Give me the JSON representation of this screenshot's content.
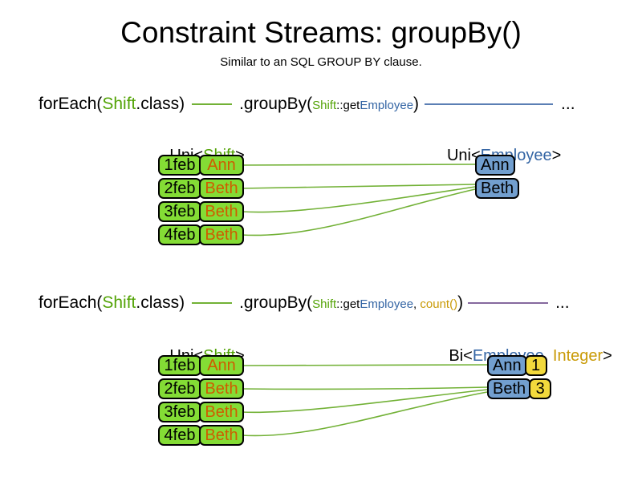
{
  "slide": {
    "title": "Constraint Streams: groupBy()",
    "subtitle": "Similar to an SQL GROUP BY clause."
  },
  "colors": {
    "green_box": "#84dc35",
    "green_text": "#53a306",
    "green_line": "#72b136",
    "orange_text": "#ce5c00",
    "blue_box": "#729fcf",
    "blue_text": "#3465a4",
    "blue_line": "#5b7fb4",
    "gold_text": "#c99a06",
    "yellow_box": "#f2d93c",
    "purple_line": "#85699e"
  },
  "section1": {
    "code": {
      "foreach": "forEach(",
      "shift": "Shift",
      "class_close": ".class)",
      "groupby": ".groupBy(",
      "arg_shift": "Shift",
      "arg_getter": "::get",
      "arg_employee": "Employee",
      "close_paren": ")",
      "ellipsis": "..."
    },
    "left_heading": {
      "pre": "Uni<",
      "type": "Shift",
      "post": ">"
    },
    "right_heading": {
      "pre": "Uni<",
      "type": "Employee",
      "post": ">"
    },
    "shifts": [
      {
        "date": "1feb",
        "employee": "Ann"
      },
      {
        "date": "2feb",
        "employee": "Beth"
      },
      {
        "date": "3feb",
        "employee": "Beth"
      },
      {
        "date": "4feb",
        "employee": "Beth"
      }
    ],
    "groups": [
      {
        "employee": "Ann"
      },
      {
        "employee": "Beth"
      }
    ]
  },
  "section2": {
    "code": {
      "foreach": "forEach(",
      "shift": "Shift",
      "class_close": ".class)",
      "groupby": ".groupBy(",
      "arg_shift": "Shift",
      "arg_getter": "::get",
      "arg_employee": "Employee",
      "comma": ", ",
      "count": "count()",
      "close_paren": ")",
      "ellipsis": "..."
    },
    "left_heading": {
      "pre": "Uni<",
      "type": "Shift",
      "post": ">"
    },
    "right_heading": {
      "pre": "Bi<",
      "type1": "Employee",
      "sep": ", ",
      "type2": "Integer",
      "post": ">"
    },
    "shifts": [
      {
        "date": "1feb",
        "employee": "Ann"
      },
      {
        "date": "2feb",
        "employee": "Beth"
      },
      {
        "date": "3feb",
        "employee": "Beth"
      },
      {
        "date": "4feb",
        "employee": "Beth"
      }
    ],
    "groups": [
      {
        "employee": "Ann",
        "count": "1"
      },
      {
        "employee": "Beth",
        "count": "3"
      }
    ]
  }
}
